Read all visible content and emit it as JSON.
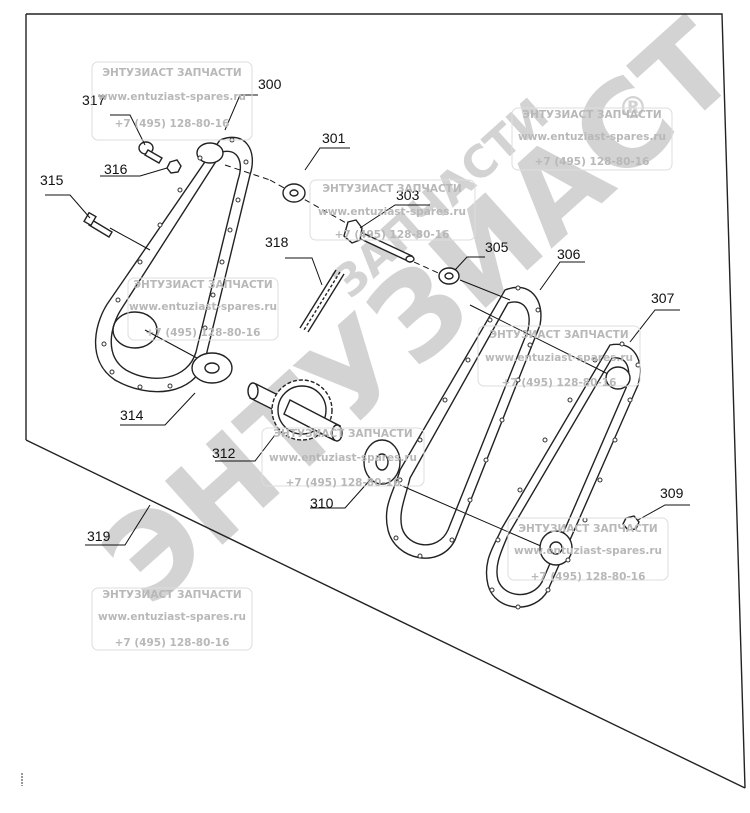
{
  "callouts": {
    "c300": "300",
    "c301": "301",
    "c303": "303",
    "c305": "305",
    "c306": "306",
    "c307": "307",
    "c309": "309",
    "c310": "310",
    "c312": "312",
    "c314": "314",
    "c315": "315",
    "c316": "316",
    "c317": "317",
    "c318": "318",
    "c319": "319"
  },
  "watermark": {
    "company": "ЭНТУЗИАСТ ЗАПЧАСТИ",
    "site": "www.entuziast-spares.ru",
    "phone": "+7 (495) 128-80-16",
    "big_word": "ЭНТУЗИАСТ",
    "big_word_small": "ЗАПЧАСТИ",
    "registered": "®"
  },
  "colors": {
    "line": "#222222",
    "watermark": "#b8b8b8",
    "watermark_big": "#d3d3d3"
  }
}
